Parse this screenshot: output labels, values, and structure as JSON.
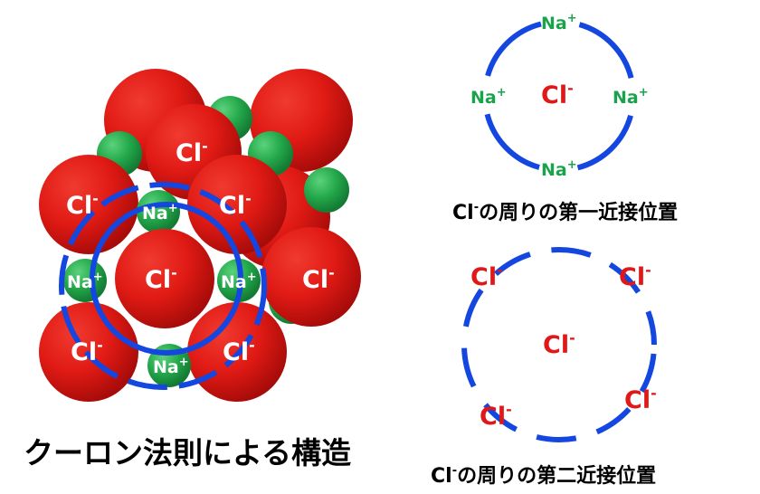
{
  "cluster": {
    "cl_label": "Cl",
    "cl_sup": "-",
    "na_label": "Na",
    "na_sup": "+"
  },
  "first_neighbor": {
    "center_label": "Cl",
    "center_sup": "-",
    "neighbor_label": "Na",
    "neighbor_sup": "+",
    "caption_main": "Cl",
    "caption_sup": "-",
    "caption_rest": "の周りの第一近接位置"
  },
  "second_neighbor": {
    "center_label": "Cl",
    "center_sup": "-",
    "neighbor_label": "Cl",
    "neighbor_sup": "-",
    "caption_main": "Cl",
    "caption_sup": "-",
    "caption_rest": "の周りの第二近接位置"
  },
  "main_caption": "クーロン法則による構造",
  "colors": {
    "chloride": "#e01818",
    "sodium": "#1aa34a",
    "ring": "#1446e0"
  }
}
